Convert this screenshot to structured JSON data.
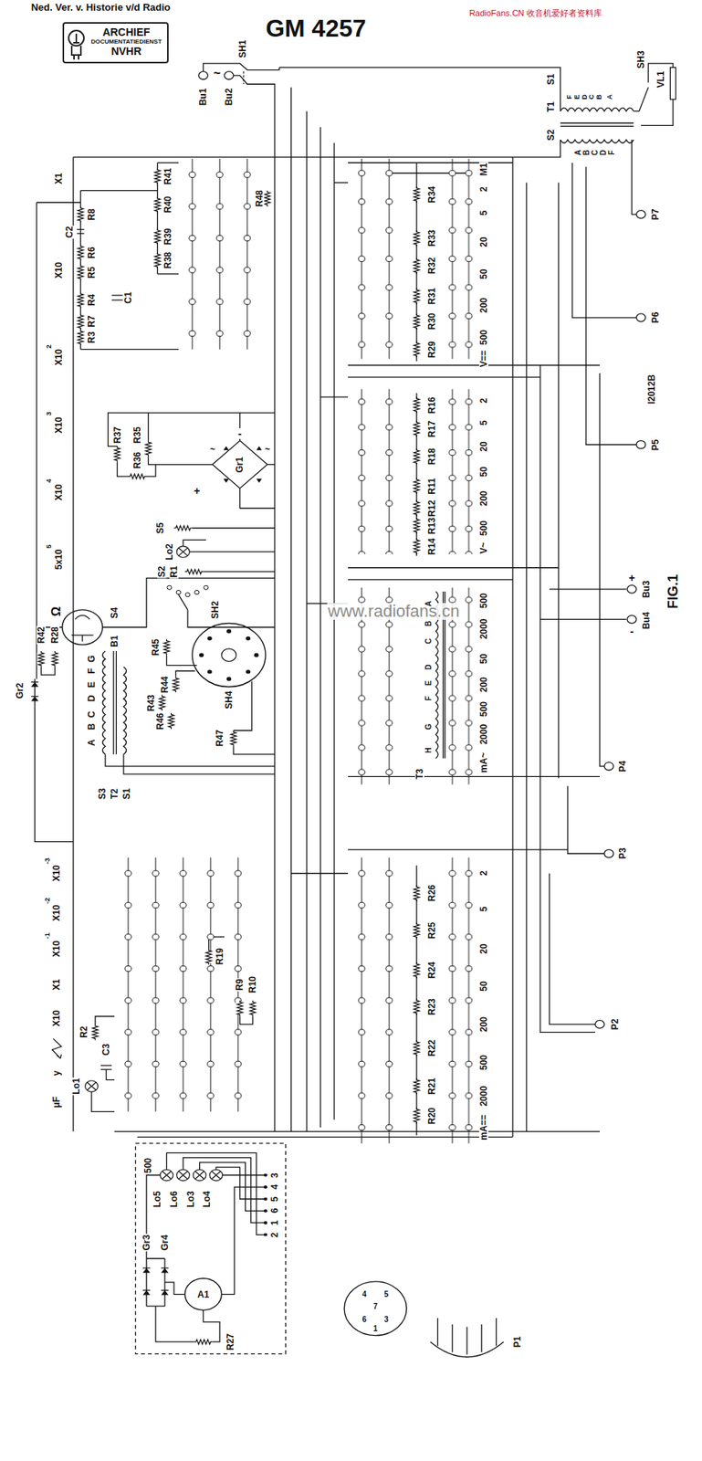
{
  "diagram": {
    "title": "GM 4257",
    "nodes": [
      {
        "text": [
          "ARCHIEF",
          "DOCUMENTATIEDIENST",
          "NVHR"
        ]
      }
    ],
    "labels": [
      "Ned. Ver. v. Historie v/d Radio",
      "RadioFans.CN 收音机爱好者资料库",
      "www.radiofans.cn",
      "Bu1",
      "Bu2",
      "~",
      "SH1",
      "SH3",
      "VL1",
      "S1",
      "T1",
      "S2",
      "A",
      "F",
      "E",
      "D",
      "C",
      "B",
      "A",
      "B",
      "C",
      "D",
      "F",
      "I2012B",
      "Ω",
      "5x10",
      "5",
      "X10",
      "4",
      "X10",
      "3",
      "X10",
      "2",
      "X10",
      "X1",
      "μF",
      "y",
      "X10",
      "X1",
      "X10",
      "-1",
      "X10",
      "-2",
      "X10",
      "-3",
      "R8",
      "C2",
      "R6",
      "R5",
      "R4",
      "C1",
      "R7",
      "R3",
      "R41",
      "R40",
      "R39",
      "R38",
      "R48",
      "R34",
      "R33",
      "R32",
      "R31",
      "R30",
      "R29",
      "V==",
      "500",
      "200",
      "50",
      "20",
      "5",
      "2",
      "M1",
      "V~",
      "500",
      "200",
      "50",
      "20",
      "5",
      "2",
      "R16",
      "R17",
      "R18",
      "R11",
      "R12",
      "R13",
      "R14",
      "Gr1",
      "-",
      "+",
      "~",
      "~",
      "R37",
      "R35",
      "R36",
      "S5",
      "Lo2",
      "S2",
      "R1",
      "R42",
      "R28",
      "S4",
      "B1",
      "Gr2",
      "A",
      "B",
      "C",
      "D",
      "E",
      "F",
      "G",
      "S3",
      "T2",
      "S1",
      "SH2",
      "R45",
      "R44",
      "R43",
      "R46",
      "R47",
      "SH4",
      "A",
      "B",
      "C",
      "D",
      "E",
      "F",
      "G",
      "H",
      "T3",
      "mA~",
      "2000",
      "500",
      "200",
      "50",
      "2000",
      "500",
      "mA==",
      "2000",
      "500",
      "200",
      "50",
      "20",
      "5",
      "2",
      "R20",
      "R21",
      "R22",
      "R23",
      "R24",
      "R25",
      "R26",
      "R19",
      "R9",
      "R10",
      "Lo1",
      "R2",
      "C3",
      "P7",
      "P6",
      "P5",
      "P4",
      "P3",
      "P2",
      "P1",
      "+",
      "Bu3",
      "-",
      "Bu4",
      "FIG.1",
      "500",
      "Lo5",
      "Lo6",
      "Lo3",
      "Lo4",
      "A1",
      "Gr3",
      "Gr4",
      "R27",
      "2",
      "1",
      "6",
      "5",
      "4",
      "3",
      "4",
      "5",
      "7",
      "6",
      "3",
      "1"
    ]
  }
}
